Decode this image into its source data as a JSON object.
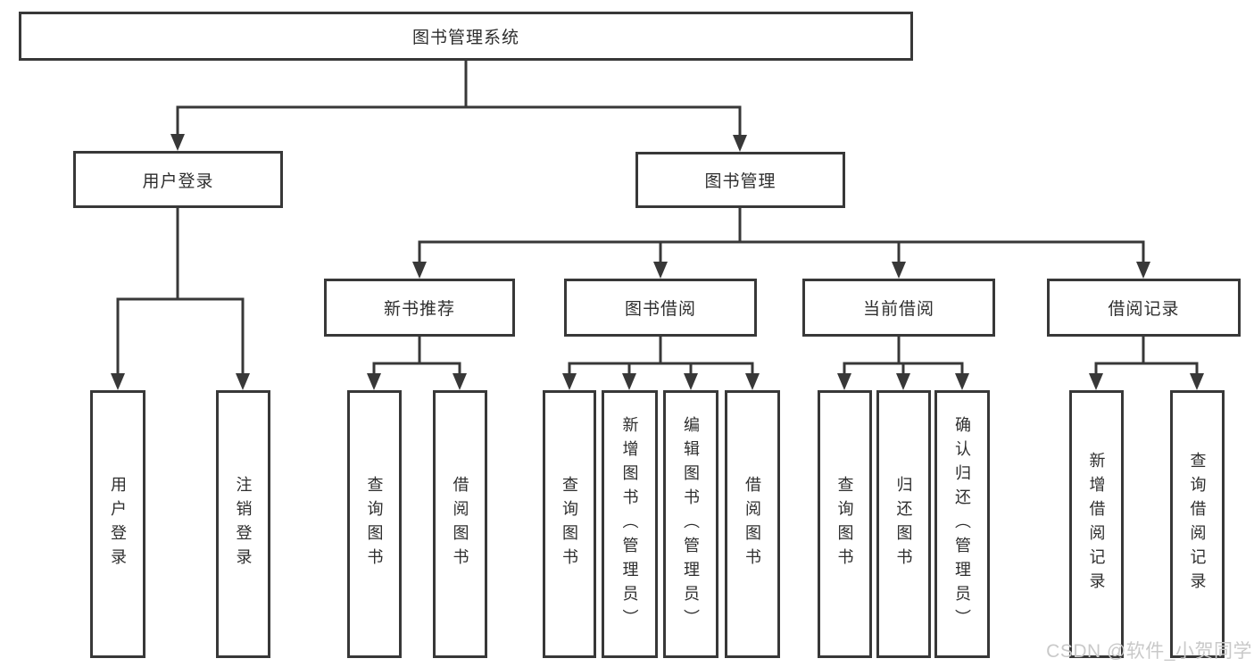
{
  "diagram": {
    "root": {
      "label": "图书管理系统"
    },
    "level2": [
      {
        "label": "用户登录"
      },
      {
        "label": "图书管理"
      }
    ],
    "level3": [
      {
        "label": "新书推荐"
      },
      {
        "label": "图书借阅"
      },
      {
        "label": "当前借阅"
      },
      {
        "label": "借阅记录"
      }
    ],
    "leaves": [
      {
        "label": "用户登录"
      },
      {
        "label": "注销登录"
      },
      {
        "label": "查询图书"
      },
      {
        "label": "借阅图书"
      },
      {
        "label": "查询图书"
      },
      {
        "label": "新增图书（管理员）"
      },
      {
        "label": "编辑图书（管理员）"
      },
      {
        "label": "借阅图书"
      },
      {
        "label": "查询图书"
      },
      {
        "label": "归还图书"
      },
      {
        "label": "确认归还（管理员）"
      },
      {
        "label": "新增借阅记录"
      },
      {
        "label": "查询借阅记录"
      }
    ],
    "watermark": "CSDN @软件_小贺同学",
    "colors": {
      "line": "#383838",
      "text": "#2e2e2e",
      "watermark": "#c9c9c9",
      "background": "#ffffff"
    }
  }
}
